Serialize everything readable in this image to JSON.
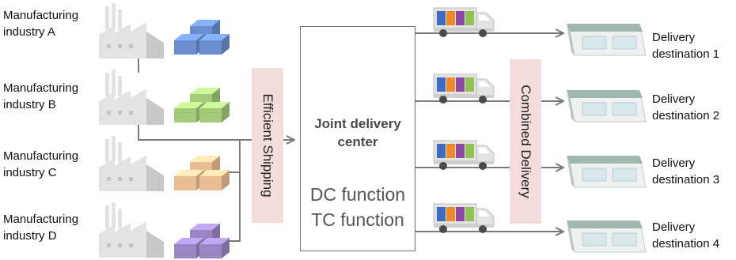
{
  "manufacturers": [
    {
      "line1": "Manufacturing",
      "line2": "industry A",
      "box_color": "#6b8fce"
    },
    {
      "line1": "Manufacturing",
      "line2": "industry B",
      "box_color": "#a4c97a"
    },
    {
      "line1": "Manufacturing",
      "line2": "industry C",
      "box_color": "#e9bd93"
    },
    {
      "line1": "Manufacturing",
      "line2": "industry D",
      "box_color": "#9b86c4"
    }
  ],
  "efficient_shipping": "Efficient Shipping",
  "combined_delivery": "Combined Delivery",
  "center": {
    "title_line1": "Joint delivery",
    "title_line2": "center",
    "function1": "DC function",
    "function2": "TC function"
  },
  "destinations": [
    {
      "line1": "Delivery",
      "line2": "destination 1"
    },
    {
      "line1": "Delivery",
      "line2": "destination 2"
    },
    {
      "line1": "Delivery",
      "line2": "destination 3"
    },
    {
      "line1": "Delivery",
      "line2": "destination 4"
    }
  ],
  "colors": {
    "arrow": "#7a7a7a",
    "band": "#f3dcdc",
    "factory": "#e3e3e3",
    "store_roof": "#9fb7ad",
    "truck_body": "#e3e3e3"
  },
  "cargo_colors": [
    "#3f6cc1",
    "#ef8a2b",
    "#8f48a0",
    "#93c254"
  ]
}
